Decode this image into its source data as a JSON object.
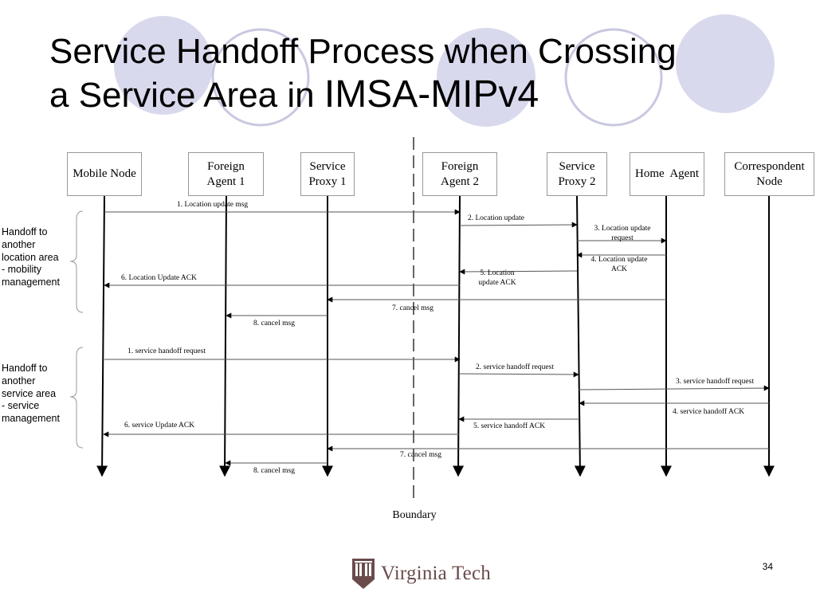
{
  "slide": {
    "title_line1": "Service Handoff Process when Crossing",
    "title_line2_prefix": "a Service Area in ",
    "title_line2_big": "IMSA-MIPv4",
    "page_number": "34",
    "boundary_label": "Boundary",
    "logo_text": "Virginia Tech",
    "colors": {
      "circle_fill": "#d9d9ee",
      "circle_stroke": "#c8c8e2",
      "logo": "#6b4b4b",
      "text": "#000000"
    }
  },
  "nodes": {
    "mobile_node": "Mobile Node",
    "fa1_l1": "Foreign",
    "fa1_l2": "Agent 1",
    "sp1_l1": "Service",
    "sp1_l2": "Proxy 1",
    "fa2_l1": "Foreign",
    "fa2_l2": "Agent 2",
    "sp2_l1": "Service",
    "sp2_l2": "Proxy 2",
    "home_agent": "Home  Agent",
    "cn_l1": "Correspondent",
    "cn_l2": "Node"
  },
  "groups": {
    "g1": [
      "Handoff to",
      "another",
      "location area",
      "- mobility",
      "management"
    ],
    "g2": [
      "Handoff to",
      "another",
      "service area",
      "- service",
      "management"
    ]
  },
  "messages": {
    "m1": "1. Location update msg",
    "m2": "2. Location update",
    "m3a": "3. Location update",
    "m3b": "request",
    "m4a": "4. Location update",
    "m4b": "ACK",
    "m5a": "5. Location",
    "m5b": "update ACK",
    "m6": "6. Location Update ACK",
    "m7": "7. cancel msg",
    "m8": "8. cancel msg",
    "s1": "1. service handoff request",
    "s2": "2. service handoff request",
    "s3": "3. service handoff request",
    "s4": "4. service handoff ACK",
    "s5": "5. service handoff ACK",
    "s6": "6. service Update ACK",
    "s7": "7. cancel msg",
    "s8": "8. cancel msg"
  }
}
